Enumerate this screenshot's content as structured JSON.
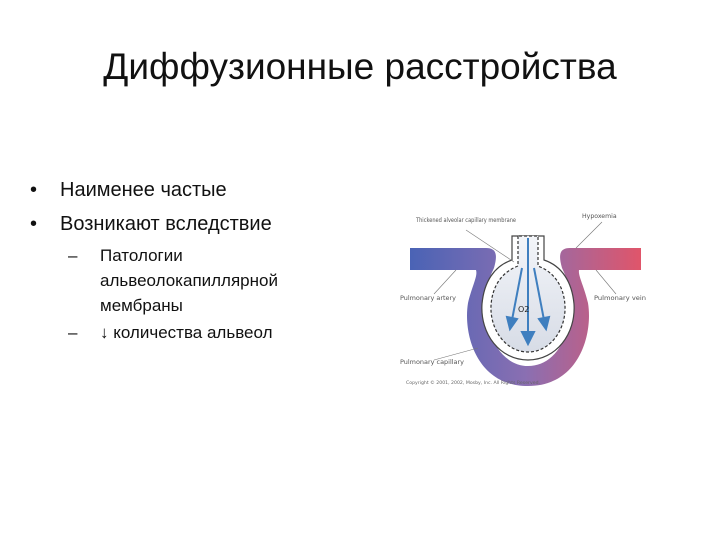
{
  "slide": {
    "title": "Диффузионные расстройства",
    "bullets": [
      {
        "marker": "•",
        "text": "Наименее частые"
      },
      {
        "marker": "•",
        "text": "Возникают вследствие",
        "sub": [
          {
            "marker": "–",
            "text": "Патологии альвеолокапиллярной мембраны"
          },
          {
            "marker": "–",
            "text": "↓ количества альвеол"
          }
        ]
      }
    ]
  },
  "figure": {
    "labels": {
      "membrane": "Thickened alveolar capillary membrane",
      "hypoxemia": "Hypoxemia",
      "artery": "Pulmonary artery",
      "vein": "Pulmonary vein",
      "capillary": "Pulmonary capillary",
      "o2": "O2",
      "copyright": "Copyright © 2001, 2002, Mosby, Inc. All Rights Reserved."
    },
    "colors": {
      "artery": "#4a63b5",
      "vein": "#e0556a",
      "alveolus": "#e4e8ef"
    }
  }
}
